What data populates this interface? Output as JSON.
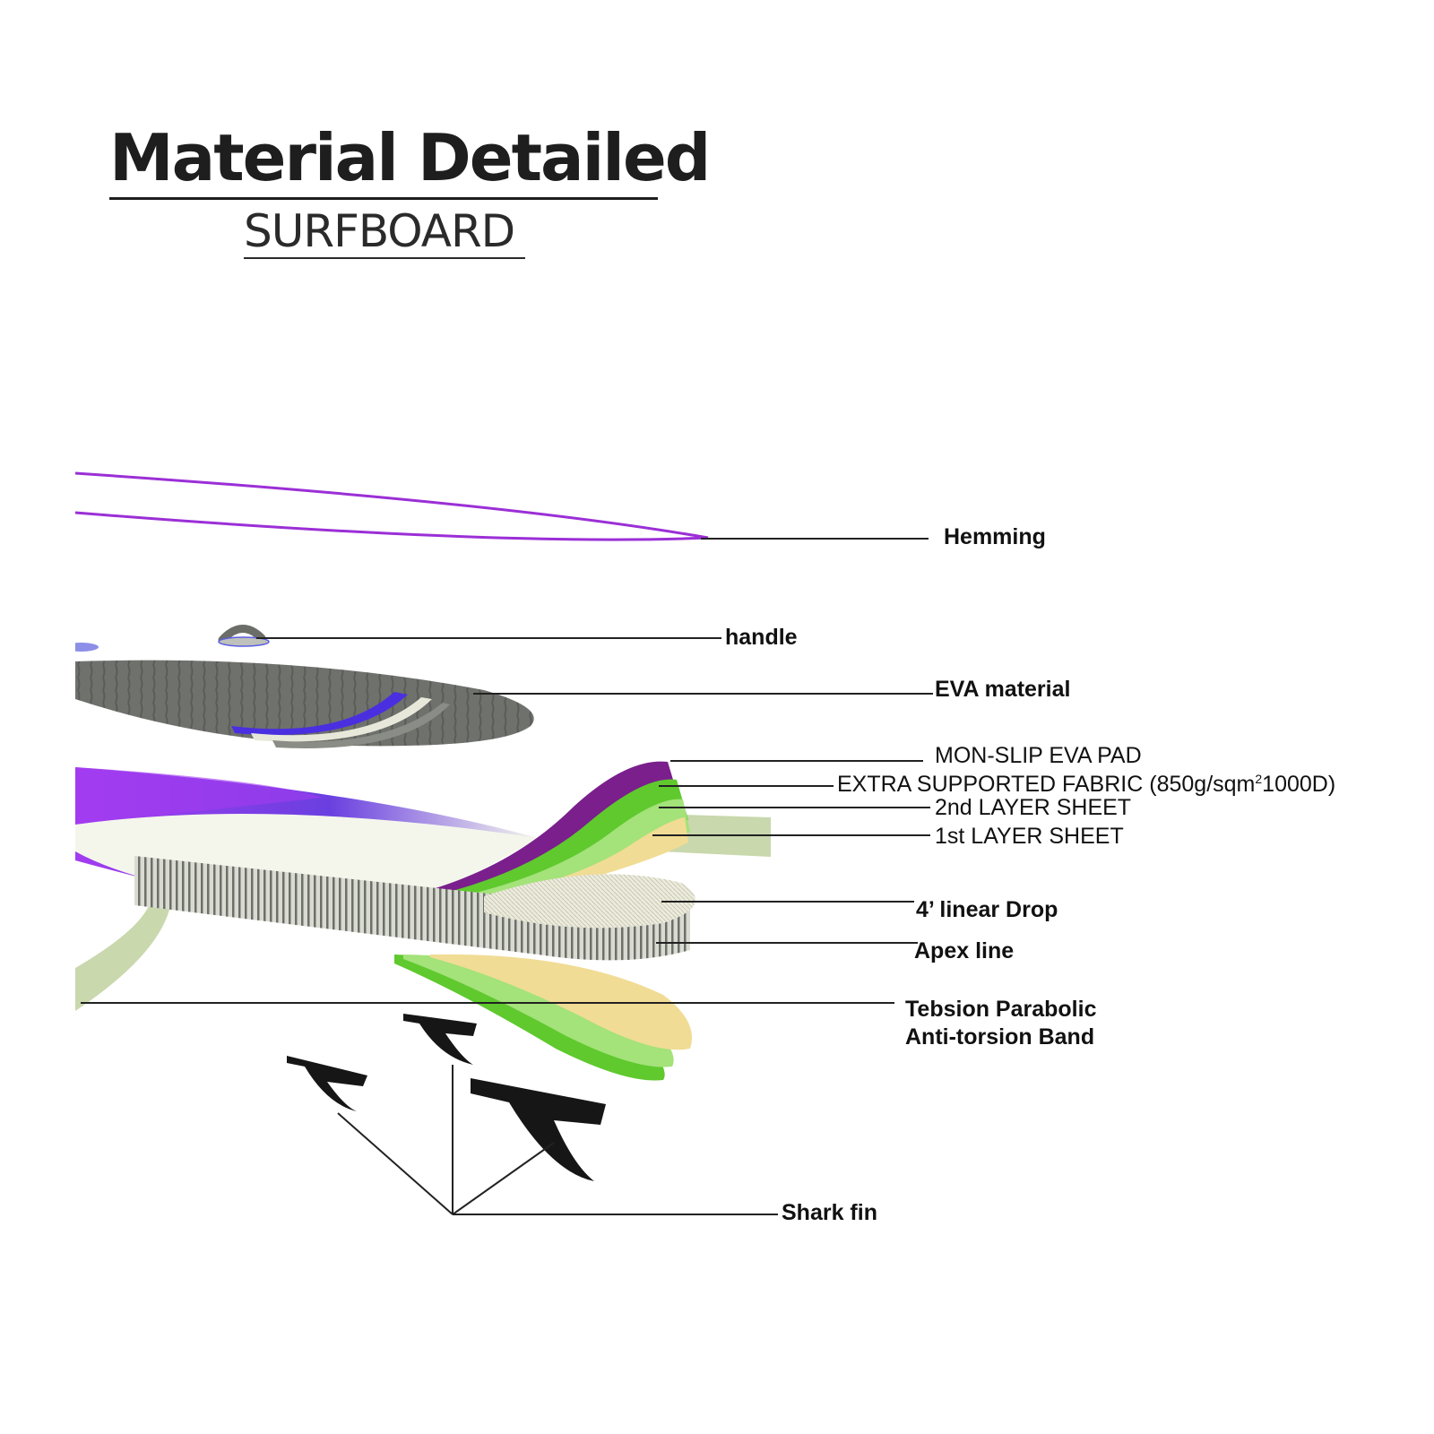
{
  "header": {
    "title": "Material Detailed",
    "subtitle": "SURFBOARD"
  },
  "labels": {
    "hemming": "Hemming",
    "handle": "handle",
    "eva_material": "EVA material",
    "non_slip_pad": "MON-SLIP EVA PAD",
    "extra_fabric_prefix": "EXTRA SUPPORTED FABRIC",
    "extra_fabric_spec_a": "(850g/sqm",
    "extra_fabric_sup": "2",
    "extra_fabric_spec_b": "1000D)",
    "layer_2": "2nd LAYER SHEET",
    "layer_1": "1st LAYER SHEET",
    "linear_drop": "4’ linear Drop",
    "apex_line": "Apex line",
    "band_line1": "Tebsion Parabolic",
    "band_line2": "Anti-torsion Band",
    "shark_fin": "Shark fin"
  },
  "colors": {
    "hemming_purple": "#9b2fd6",
    "deck_gray": "#6f716c",
    "accent_purple": "#6b2fd8",
    "pad_purple": "#7a1f8c",
    "fabric_green": "#5fc92e",
    "sheet_light_green": "#a4e27a",
    "sheet_yellow": "#f1dc95",
    "band_sage": "#c9d8ad",
    "fin_black": "#161616"
  }
}
